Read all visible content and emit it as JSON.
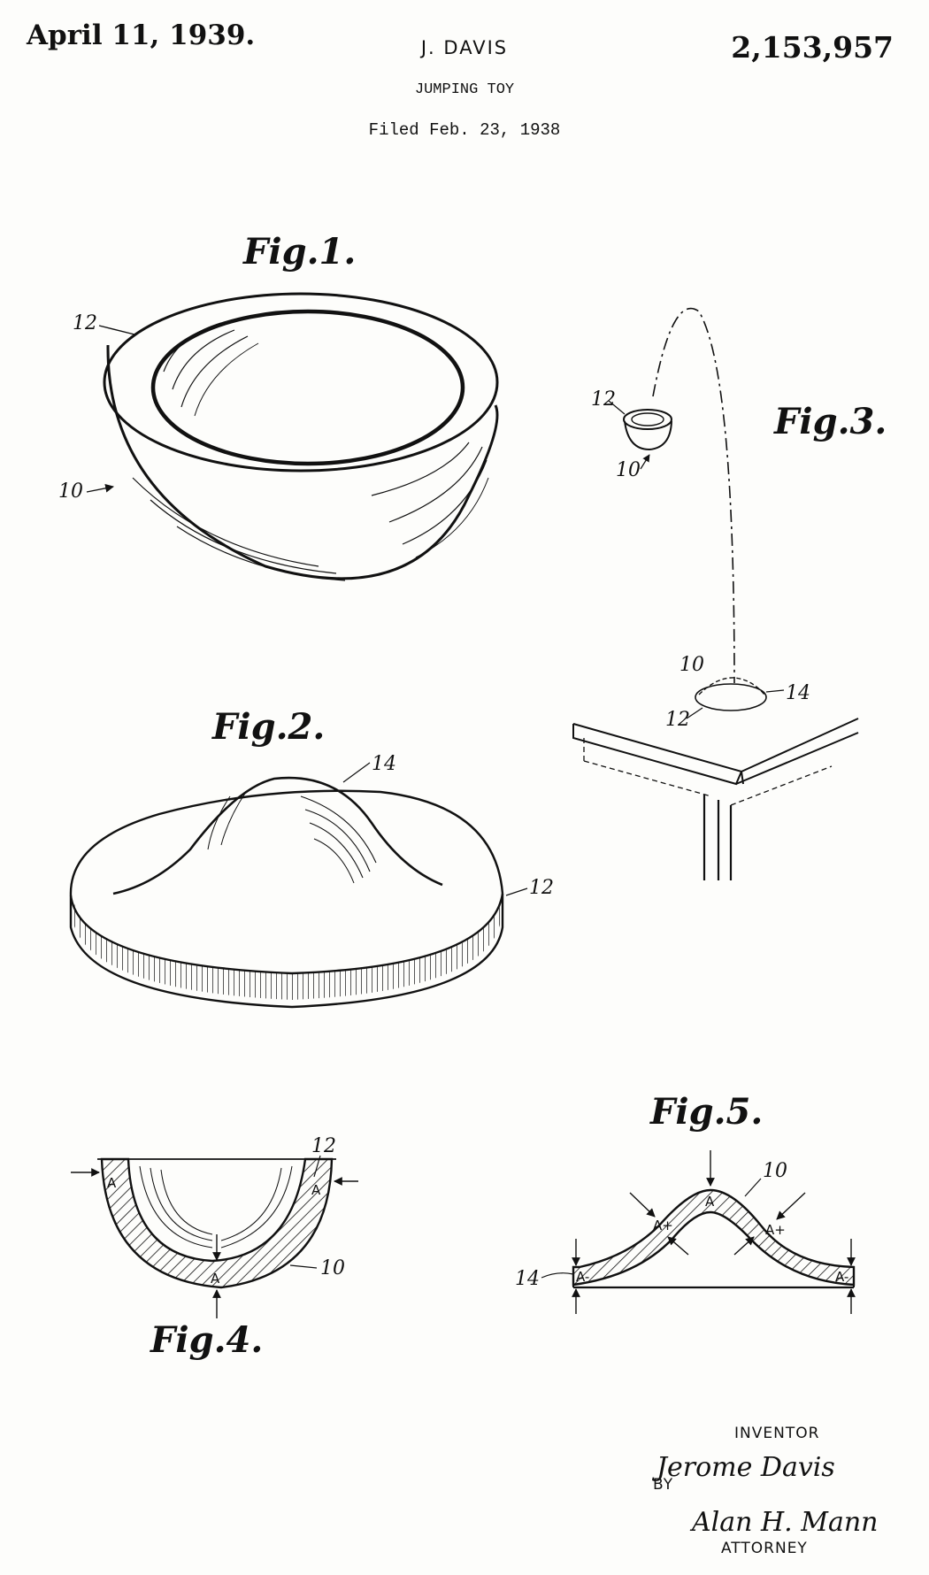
{
  "header": {
    "date": "April 11, 1939.",
    "inventor": "J. DAVIS",
    "title": "JUMPING TOY",
    "filed": "Filed Feb. 23, 1938",
    "patent_number": "2,153,957"
  },
  "figures": {
    "fig1": {
      "label": "Fig.1.",
      "refs": [
        "12",
        "10"
      ]
    },
    "fig2": {
      "label": "Fig.2.",
      "refs": [
        "14",
        "12"
      ]
    },
    "fig3": {
      "label": "Fig.3.",
      "refs": [
        "12",
        "10",
        "10",
        "14",
        "12"
      ]
    },
    "fig4": {
      "label": "Fig.4.",
      "refs": [
        "12",
        "10"
      ],
      "marks": [
        "A",
        "A",
        "A"
      ]
    },
    "fig5": {
      "label": "Fig.5.",
      "refs": [
        "10",
        "14"
      ],
      "marks": [
        "A",
        "A+",
        "A+",
        "A-",
        "A-"
      ]
    }
  },
  "signature": {
    "inventor_label": "INVENTOR",
    "inventor_signature": "Jerome Davis",
    "by_label": "BY",
    "attorney_signature": "Alan H. Mann",
    "attorney_label": "ATTORNEY"
  },
  "colors": {
    "ink": "#111111",
    "paper": "#fdfdfb"
  }
}
